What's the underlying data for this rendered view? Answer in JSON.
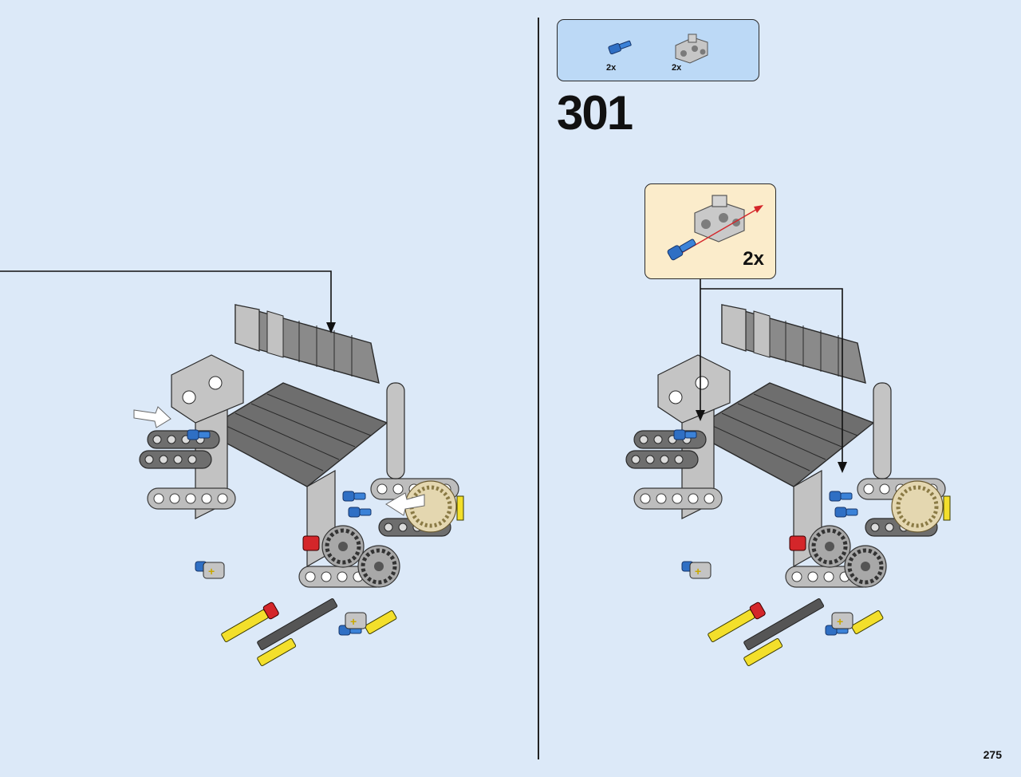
{
  "step": {
    "number": "301"
  },
  "parts_list": [
    {
      "name": "blue-axle-pin-icon",
      "count": "2x",
      "color": "#2f6fc4"
    },
    {
      "name": "gray-connector-icon",
      "count": "2x",
      "color": "#b8b8b8"
    }
  ],
  "callout": {
    "count": "2x"
  },
  "page_number": "275",
  "colors": {
    "background": "#dce9f8",
    "parts_box": "#bcd9f6",
    "callout_box": "#fbeccb",
    "dark_gray": "#6e6e6e",
    "light_gray": "#bdbdbd",
    "blue": "#2f6fc4",
    "yellow": "#f3df2b",
    "red": "#d4262a",
    "tan": "#e4d7b0"
  }
}
